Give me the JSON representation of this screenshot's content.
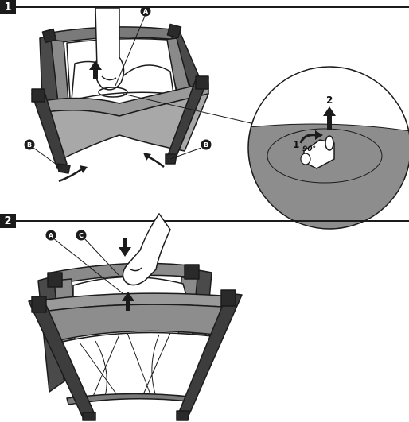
{
  "steps": [
    {
      "number": "1",
      "callouts": {
        "a": "A",
        "b_left": "B",
        "b_right": "B"
      },
      "inset": {
        "number_1": "1",
        "number_2": "2",
        "angle": "90°"
      }
    },
    {
      "number": "2",
      "callouts": {
        "a": "A",
        "c": "C"
      }
    }
  ],
  "colors": {
    "ink": "#1b1b1b",
    "fabric_dark": "#5d5d5d",
    "fabric_mid": "#8a8a8a",
    "fabric_light": "#b5b5b5",
    "mattress": "#ffffff",
    "inset_disc": "#8d8d8d"
  },
  "icons": [
    "up-arrow-icon",
    "down-arrow-icon",
    "curved-arrow-icon",
    "hand-icon",
    "rotate-arrow-icon"
  ]
}
